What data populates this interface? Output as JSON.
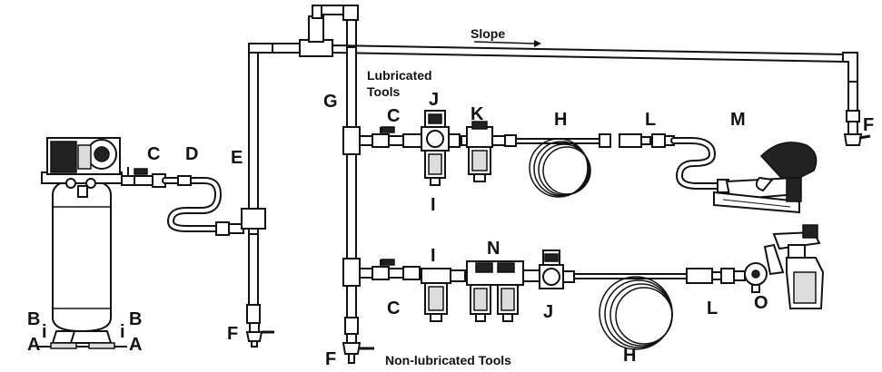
{
  "labels": {
    "A_left": "A",
    "A_right": "A",
    "B_left": "B",
    "B_right": "B",
    "i_left": "i",
    "i_right": "i",
    "C_compressor": "C",
    "C_upper": "C",
    "C_lower": "C",
    "D": "D",
    "E": "E",
    "F_left": "F",
    "F_bottom": "F",
    "F_right": "F",
    "G": "G",
    "H_upper": "H",
    "H_lower": "H",
    "I_upper": "I",
    "I_lower": "I",
    "J_upper": "J",
    "J_lower": "J",
    "K": "K",
    "L_upper": "L",
    "L_lower": "L",
    "M": "M",
    "N": "N",
    "O": "O"
  },
  "captions": {
    "slope": "Slope",
    "lubricated_line1": "Lubricated",
    "lubricated_line2": "Tools",
    "non_lubricated": "Non-lubricated Tools"
  },
  "colors": {
    "line": "#111111",
    "background": "#ffffff"
  }
}
